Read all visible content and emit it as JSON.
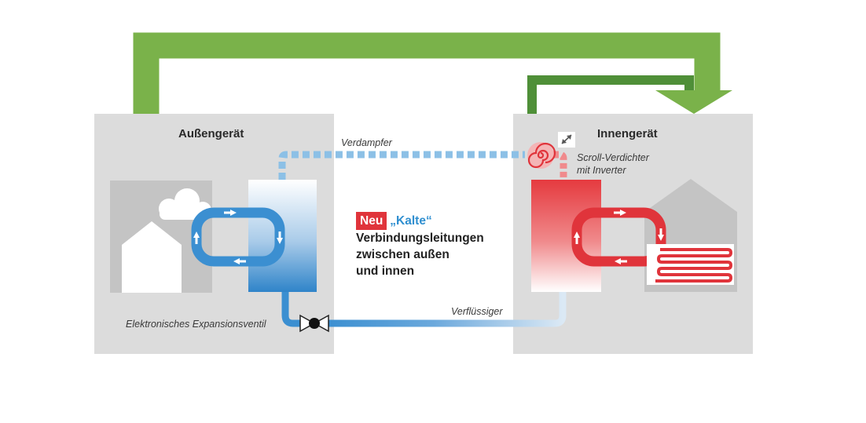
{
  "outdoor_unit": {
    "title": "Außengerät"
  },
  "indoor_unit": {
    "title": "Innengerät"
  },
  "labels": {
    "evaporator": "Verdampfer",
    "condenser": "Verflüssiger",
    "expansion_valve": "Elektronisches Expansionsventil",
    "compressor_line1": "Scroll-Verdichter",
    "compressor_line2": "mit Inverter"
  },
  "center_text": {
    "badge": "Neu",
    "highlight": "„Kalte“",
    "line1": "Verbindungsleitungen",
    "line2": "zwischen außen",
    "line3": "und innen"
  },
  "colors": {
    "green_light": "#7ab24a",
    "green_dark": "#4f8f38",
    "blue": "#3b8fd1",
    "red": "#e0343b",
    "panel_gray": "#dcdcdc",
    "house_gray": "#c4c4c4"
  },
  "icons": [
    "arrow-right-icon",
    "arrow-down-icon",
    "arrow-left-icon",
    "arrow-up-icon",
    "expand-diagonal-icon",
    "cloud-icon",
    "house-icon",
    "valve-icon",
    "scroll-compressor-icon"
  ]
}
